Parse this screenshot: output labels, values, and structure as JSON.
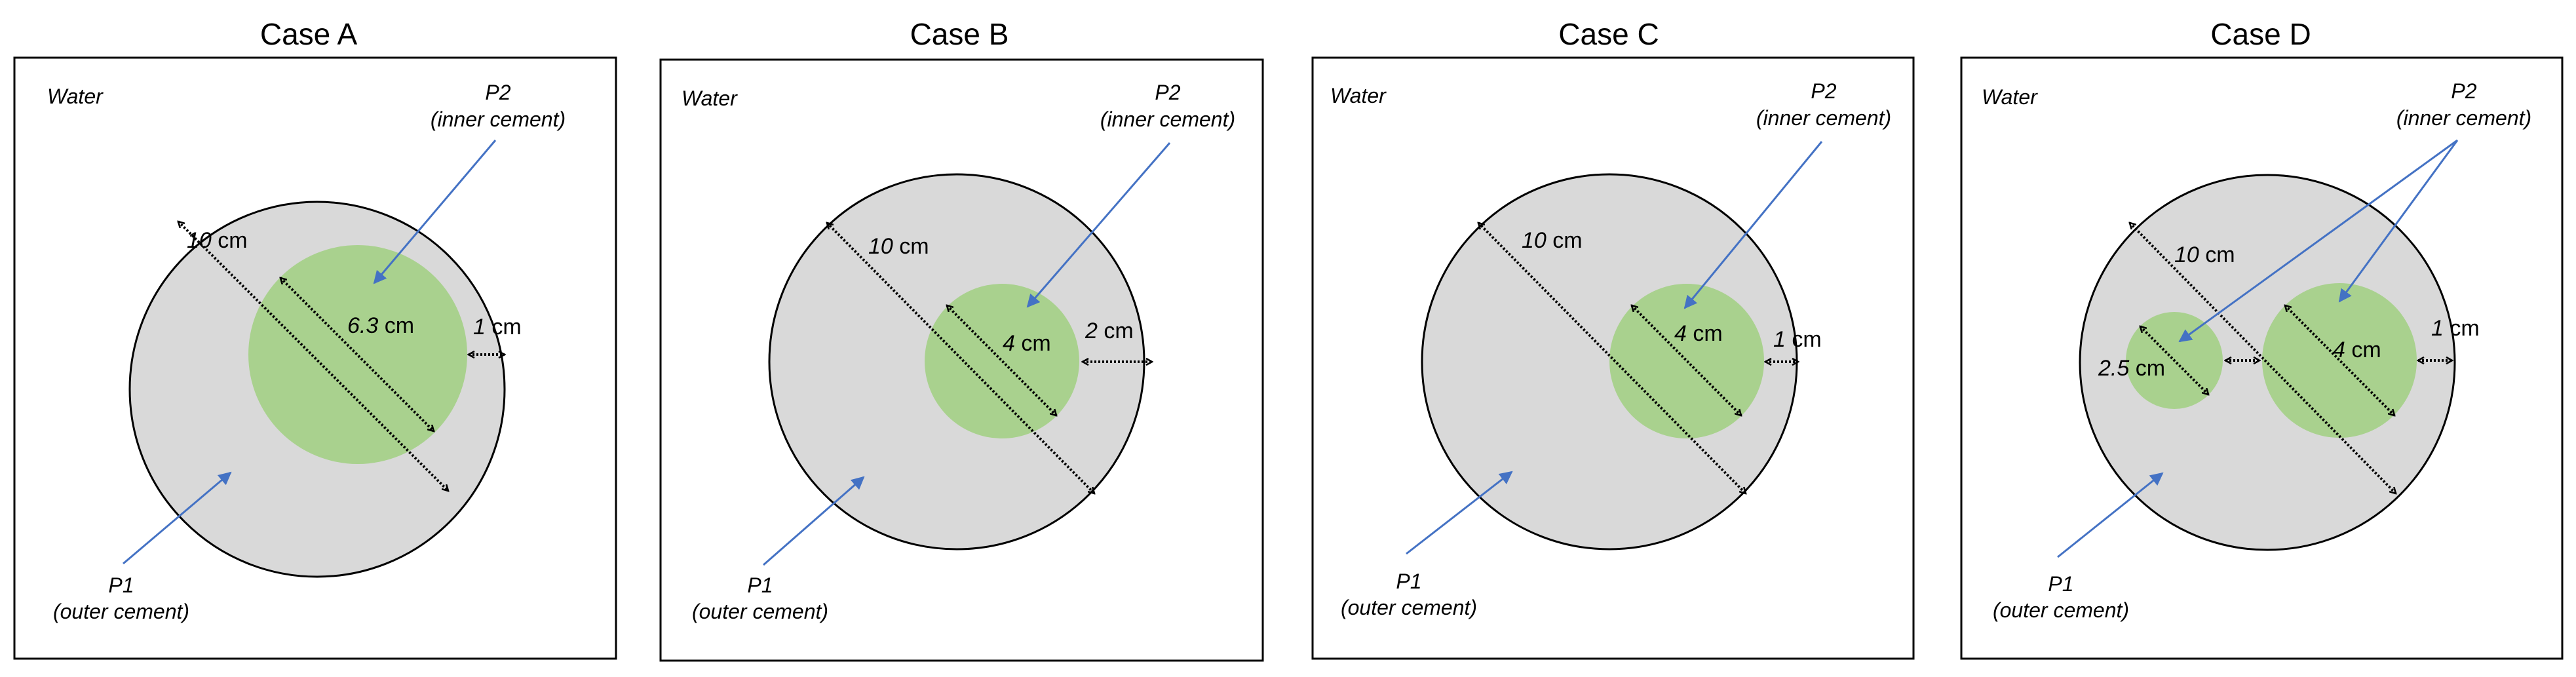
{
  "common": {
    "water_label": "Water",
    "p1_label": "P1",
    "p1_sub": "(outer cement)",
    "p2_label": "P2",
    "p2_sub": "(inner cement)"
  },
  "colors": {
    "outer_cement": "#d9d9d9",
    "inner_cement": "#a9d18e",
    "arrow_blue": "#4472c4",
    "frame": "#000000"
  },
  "panels": [
    {
      "title": "Case A",
      "dims": [
        {
          "num": "10",
          "unit": "cm"
        },
        {
          "num": "6.3",
          "unit": "cm"
        },
        {
          "num": "1",
          "unit": "cm"
        }
      ]
    },
    {
      "title": "Case B",
      "dims": [
        {
          "num": "10",
          "unit": "cm"
        },
        {
          "num": "4",
          "unit": "cm"
        },
        {
          "num": "2",
          "unit": "cm"
        }
      ]
    },
    {
      "title": "Case C",
      "dims": [
        {
          "num": "10",
          "unit": "cm"
        },
        {
          "num": "4",
          "unit": "cm"
        },
        {
          "num": "1",
          "unit": "cm"
        }
      ]
    },
    {
      "title": "Case D",
      "dims": [
        {
          "num": "10",
          "unit": "cm"
        },
        {
          "num": "4",
          "unit": "cm"
        },
        {
          "num": "1",
          "unit": "cm"
        },
        {
          "num": "2.5",
          "unit": "cm"
        }
      ]
    }
  ]
}
